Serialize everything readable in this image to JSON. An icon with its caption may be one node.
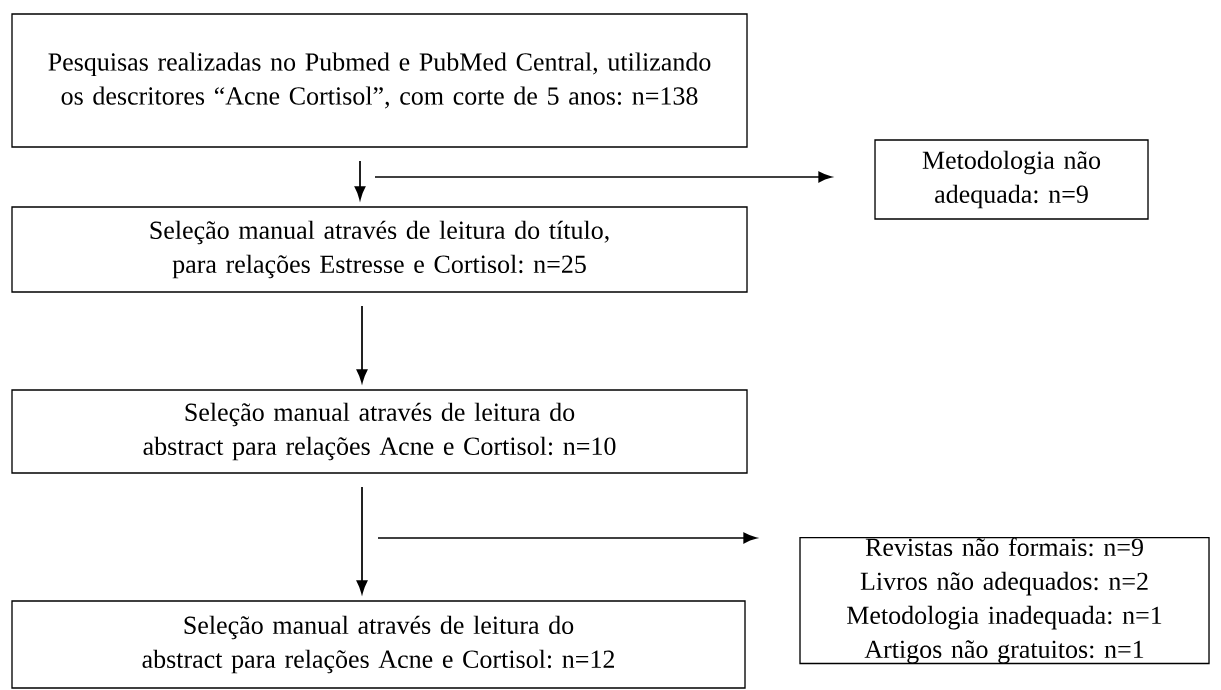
{
  "diagram": {
    "nodes": [
      {
        "text": [
          "Pesquisas realizadas no Pubmed e PubMed Central, utilizando os descritores “Acne Cortisol”, com corte de 5 anos: n=138"
        ]
      },
      {
        "text": [
          "Metodologia não adequada: n=9"
        ]
      },
      {
        "text": [
          "Seleção manual através de leitura do título, para relações Estresse e Cortisol: n=25"
        ]
      },
      {
        "text": [
          "Seleção manual através de leitura do abstract para relações Acne e Cortisol: n=10"
        ]
      },
      {
        "text": [
          "Revistas não formais: n=9",
          "Livros não adequados: n=2",
          "Metodologia inadequada: n=1",
          "Artigos não gratuitos: n=1"
        ]
      },
      {
        "text": [
          "Seleção manual através de leitura do abstract para relações Acne e Cortisol: n=12"
        ]
      }
    ],
    "edges": [
      {
        "from": 0,
        "to": 2,
        "arrow": "to"
      },
      {
        "from": null,
        "to": 1,
        "arrow": "to"
      },
      {
        "from": 2,
        "to": 3,
        "arrow": "to"
      },
      {
        "from": 3,
        "to": 5,
        "arrow": "to"
      },
      {
        "from": null,
        "to": 4,
        "arrow": "to"
      }
    ]
  }
}
